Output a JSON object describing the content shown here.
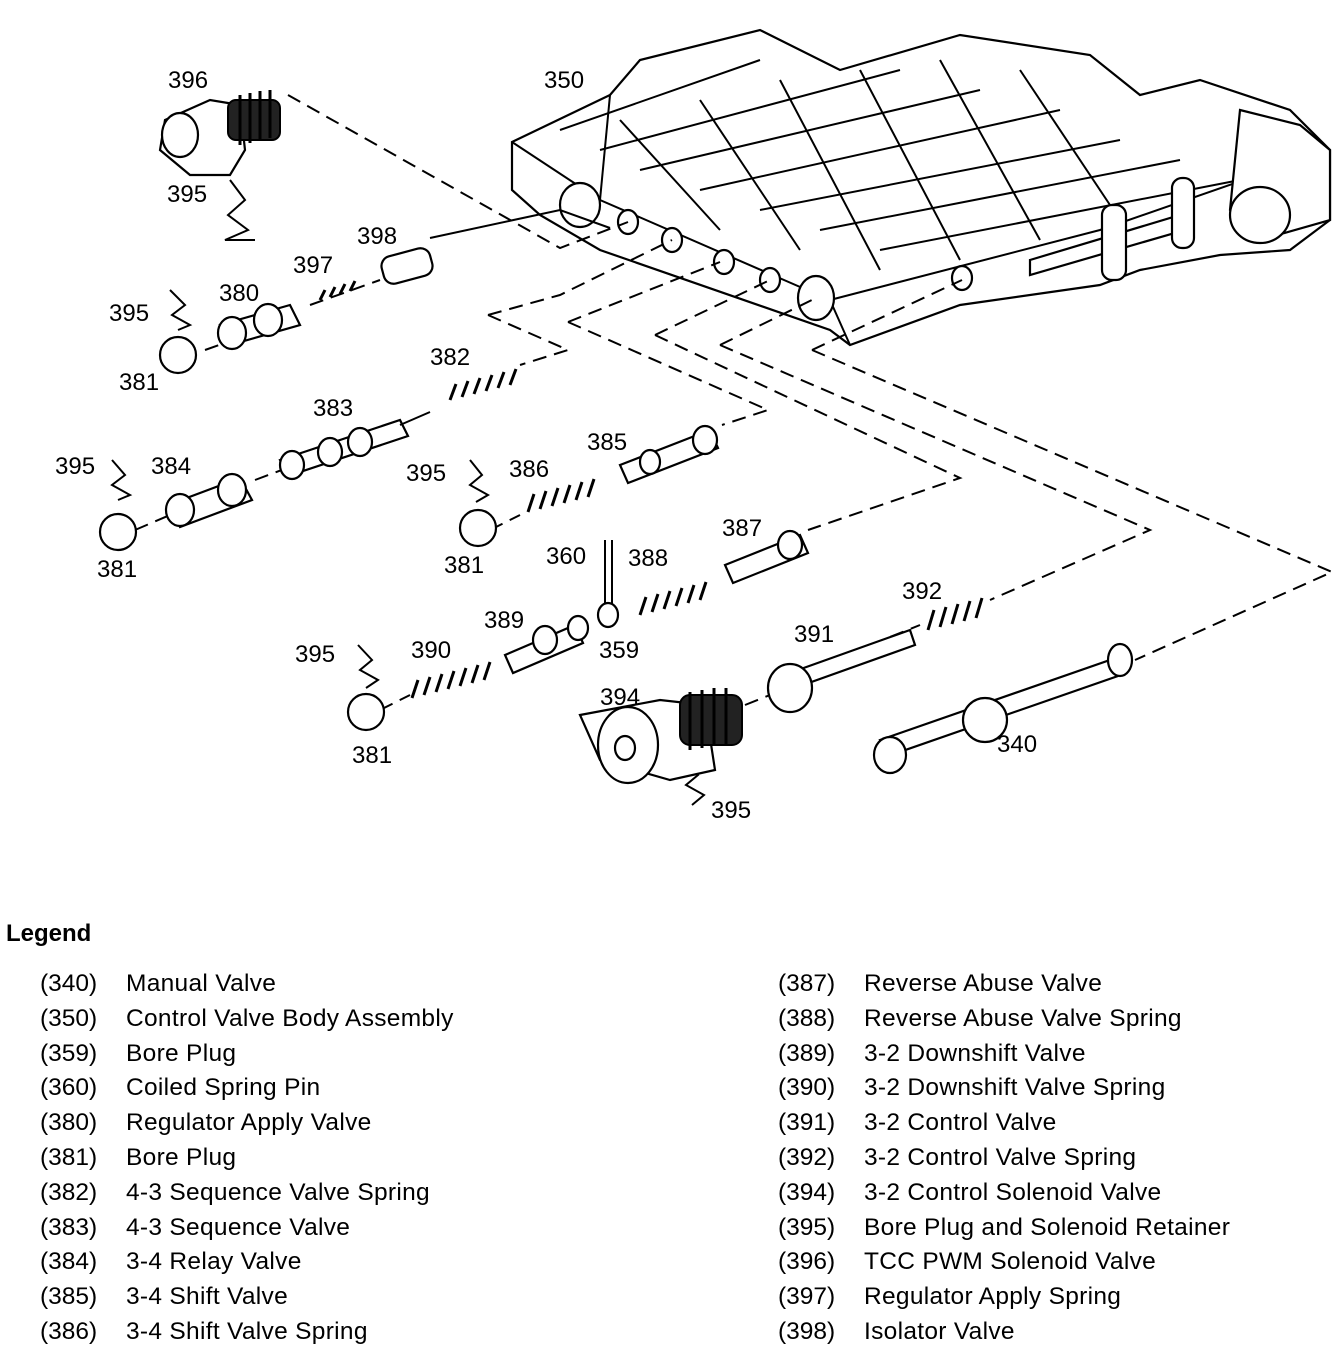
{
  "callouts": [
    {
      "id": "c396",
      "text": "396"
    },
    {
      "id": "c350",
      "text": "350"
    },
    {
      "id": "c395a",
      "text": "395"
    },
    {
      "id": "c398",
      "text": "398"
    },
    {
      "id": "c397",
      "text": "397"
    },
    {
      "id": "c380",
      "text": "380"
    },
    {
      "id": "c395b",
      "text": "395"
    },
    {
      "id": "c381a",
      "text": "381"
    },
    {
      "id": "c382",
      "text": "382"
    },
    {
      "id": "c383",
      "text": "383"
    },
    {
      "id": "c395c",
      "text": "395"
    },
    {
      "id": "c384",
      "text": "384"
    },
    {
      "id": "c381b",
      "text": "381"
    },
    {
      "id": "c385",
      "text": "385"
    },
    {
      "id": "c395d",
      "text": "395"
    },
    {
      "id": "c386",
      "text": "386"
    },
    {
      "id": "c381c",
      "text": "381"
    },
    {
      "id": "c387",
      "text": "387"
    },
    {
      "id": "c360",
      "text": "360"
    },
    {
      "id": "c388",
      "text": "388"
    },
    {
      "id": "c392",
      "text": "392"
    },
    {
      "id": "c389",
      "text": "389"
    },
    {
      "id": "c391",
      "text": "391"
    },
    {
      "id": "c395e",
      "text": "395"
    },
    {
      "id": "c390",
      "text": "390"
    },
    {
      "id": "c359",
      "text": "359"
    },
    {
      "id": "c394",
      "text": "394"
    },
    {
      "id": "c381d",
      "text": "381"
    },
    {
      "id": "c340",
      "text": "340"
    },
    {
      "id": "c395f",
      "text": "395"
    }
  ],
  "legend": {
    "title": "Legend",
    "left": [
      {
        "num": "(340)",
        "text": "Manual Valve"
      },
      {
        "num": "(350)",
        "text": "Control Valve Body Assembly"
      },
      {
        "num": "(359)",
        "text": "Bore Plug"
      },
      {
        "num": "(360)",
        "text": "Coiled Spring Pin"
      },
      {
        "num": "(380)",
        "text": "Regulator Apply Valve"
      },
      {
        "num": "(381)",
        "text": "Bore Plug"
      },
      {
        "num": "(382)",
        "text": "4-3 Sequence Valve Spring"
      },
      {
        "num": "(383)",
        "text": "4-3 Sequence Valve"
      },
      {
        "num": "(384)",
        "text": "3-4 Relay Valve"
      },
      {
        "num": "(385)",
        "text": "3-4 Shift Valve"
      },
      {
        "num": "(386)",
        "text": "3-4 Shift Valve Spring"
      }
    ],
    "right": [
      {
        "num": "(387)",
        "text": "Reverse Abuse Valve"
      },
      {
        "num": "(388)",
        "text": "Reverse Abuse Valve Spring"
      },
      {
        "num": "(389)",
        "text": "3-2 Downshift Valve"
      },
      {
        "num": "(390)",
        "text": "3-2 Downshift Valve Spring"
      },
      {
        "num": "(391)",
        "text": "3-2 Control Valve"
      },
      {
        "num": "(392)",
        "text": "3-2 Control Valve Spring"
      },
      {
        "num": "(394)",
        "text": "3-2 Control Solenoid Valve"
      },
      {
        "num": "(395)",
        "text": "Bore Plug and Solenoid Retainer"
      },
      {
        "num": "(396)",
        "text": "TCC PWM Solenoid Valve"
      },
      {
        "num": "(397)",
        "text": "Regulator Apply Spring"
      },
      {
        "num": "(398)",
        "text": "Isolator Valve"
      }
    ]
  }
}
